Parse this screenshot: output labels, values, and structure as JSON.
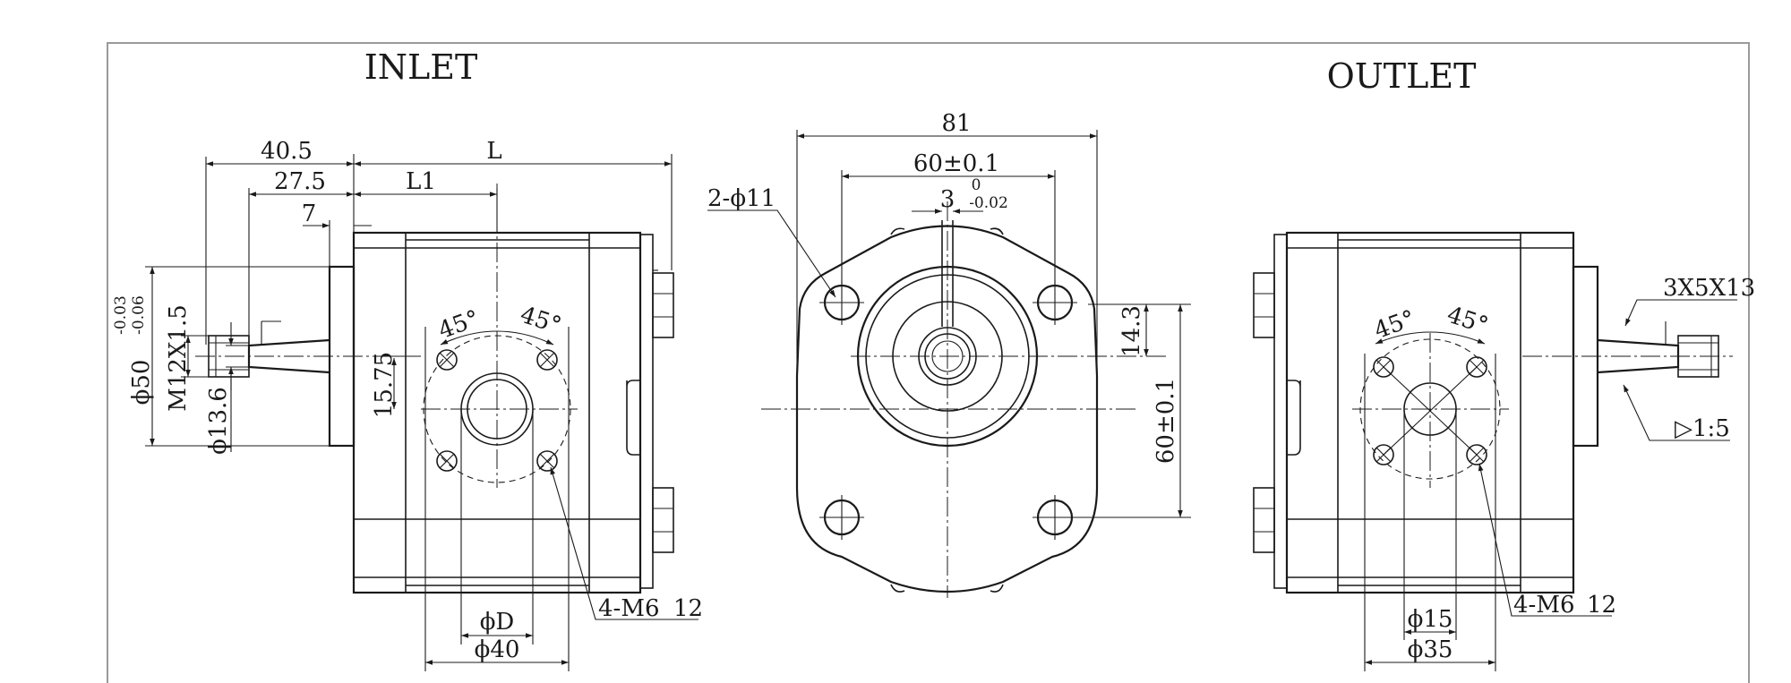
{
  "labels": {
    "inlet": "INLET",
    "outlet": "OUTLET"
  },
  "inlet_view": {
    "d_40_5": "40.5",
    "d_L": "L",
    "d_27_5": "27.5",
    "d_L1": "L1",
    "d_7": "7",
    "d_phi50": "ϕ50",
    "tol_upper": "-0.03",
    "tol_lower": "-0.06",
    "d_thread": "M12X1.5",
    "d_phi13_6": "ϕ13.6",
    "d_15_75": "15.75",
    "angle_a": "45°",
    "angle_b": "45°",
    "d_phiD": "ϕD",
    "d_phi40": "ϕ40",
    "hole_note": "4-M6",
    "hole_depth": "12"
  },
  "front_view": {
    "d_81": "81",
    "d_60": "60±0.1",
    "d_holes": "2-ϕ11",
    "d_3": "3",
    "tol_upper": "0",
    "tol_lower": "-0.02",
    "d_14_3": "14.3",
    "d_60_v": "60±0.1"
  },
  "outlet_view": {
    "d_key": "3X5X13",
    "d_taper": "▷1:5",
    "angle_a": "45°",
    "angle_b": "45°",
    "hole_note": "4-M6",
    "hole_depth": "12",
    "d_phi15": "ϕ15",
    "d_phi35": "ϕ35"
  },
  "colors": {
    "line": "#1a1a1a",
    "frame": "#9a9a9a",
    "background": "#ffffff"
  }
}
